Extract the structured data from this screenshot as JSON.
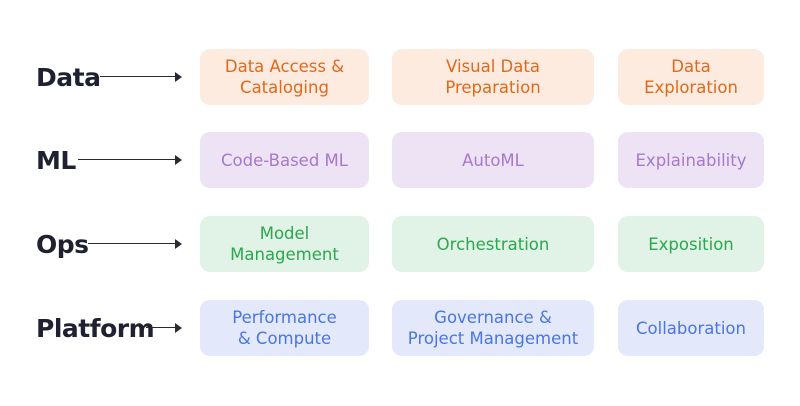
{
  "rows": {
    "data": {
      "label": "Data",
      "items": [
        "Data Access &\nCataloging",
        "Visual Data\nPreparation",
        "Data\nExploration"
      ]
    },
    "ml": {
      "label": "ML",
      "items": [
        "Code-Based ML",
        "AutoML",
        "Explainability"
      ]
    },
    "ops": {
      "label": "Ops",
      "items": [
        "Model\nManagement",
        "Orchestration",
        "Exposition"
      ]
    },
    "platform": {
      "label": "Platform",
      "items": [
        "Performance\n& Compute",
        "Governance &\nProject Management",
        "Collaboration"
      ]
    }
  },
  "colors": {
    "data": {
      "bg": "#fdebe0",
      "text": "#e0691a"
    },
    "ml": {
      "bg": "#eee3f4",
      "text": "#a579cc"
    },
    "ops": {
      "bg": "#e1f2e6",
      "text": "#2aa84e"
    },
    "platform": {
      "bg": "#e3e8fb",
      "text": "#4a76e0"
    },
    "label": "#1f2130"
  },
  "icons": {
    "connector": "arrow-right-icon"
  }
}
